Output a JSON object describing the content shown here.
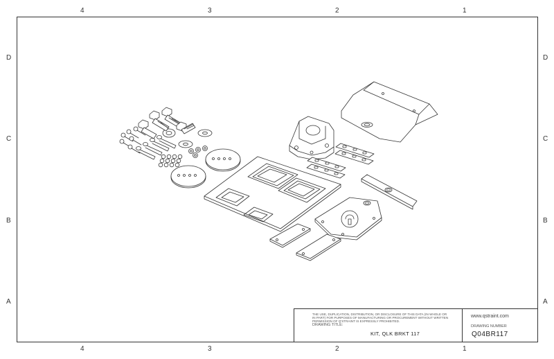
{
  "zones": {
    "columns": [
      "4",
      "3",
      "2",
      "1"
    ],
    "rows": [
      "D",
      "C",
      "B",
      "A"
    ]
  },
  "titleblock": {
    "legal_text": "THE USE, DUPLICATION, DISTRIBUTION, OR DISCLOSURE OF THIS DATA (IN WHOLE OR IN PART) FOR PURPOSES OF MANUFACTURING OR PROCUREMENT WITHOUT WRITTEN PERMISSION OF Q'STRAINT IS EXPRESSLY PROHIBITED.",
    "drawing_title_label": "DRAWING TITLE:",
    "drawing_title": "KIT, QLK BRKT 117",
    "website": "www.qstraint.com",
    "drawing_number_label": "DRAWING NUMBER",
    "drawing_number": "Q04BR117"
  },
  "colors": {
    "line": "#333333",
    "paper": "#ffffff"
  }
}
